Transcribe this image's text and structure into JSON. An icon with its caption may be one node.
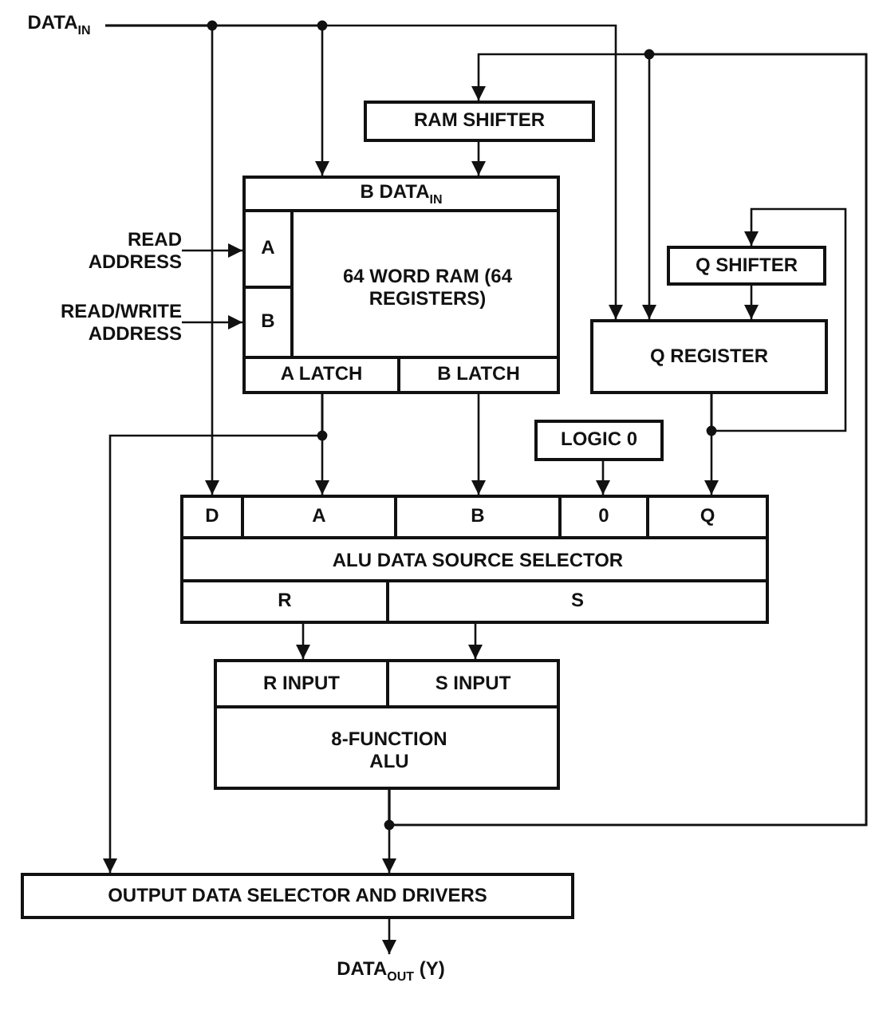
{
  "diagram": {
    "nodes": [
      {
        "text": [
          "DATA$_{IN}$"
        ]
      },
      {
        "text": [
          "RAM SHIFTER"
        ]
      },
      {
        "text": [
          "64 WORD RAM (64 REGISTERS)"
        ]
      },
      {
        "text": [
          "B DATA$_{IN}$"
        ],
        "in": 2
      },
      {
        "text": [
          "A"
        ],
        "in": 2
      },
      {
        "text": [
          "B"
        ],
        "in": 2
      },
      {
        "text": [
          "A LATCH"
        ],
        "in": 2
      },
      {
        "text": [
          "B LATCH"
        ],
        "in": 2
      },
      {
        "text": [
          "READ ADDRESS"
        ]
      },
      {
        "text": [
          "READ/WRITE ADDRESS"
        ]
      },
      {
        "text": [
          "Q SHIFTER"
        ]
      },
      {
        "text": [
          "Q REGISTER"
        ]
      },
      {
        "text": [
          "LOGIC 0"
        ]
      },
      {
        "text": [
          "ALU DATA SOURCE SELECTOR"
        ]
      },
      {
        "text": [
          "D"
        ],
        "in": 13
      },
      {
        "text": [
          "A"
        ],
        "in": 13
      },
      {
        "text": [
          "B"
        ],
        "in": 13
      },
      {
        "text": [
          "0"
        ],
        "in": 13
      },
      {
        "text": [
          "Q"
        ],
        "in": 13
      },
      {
        "text": [
          "R"
        ],
        "in": 13
      },
      {
        "text": [
          "S"
        ],
        "in": 13
      },
      {
        "text": [
          "8-FUNCTION ALU"
        ]
      },
      {
        "text": [
          "R INPUT"
        ],
        "in": 21
      },
      {
        "text": [
          "S INPUT"
        ],
        "in": 21
      },
      {
        "text": [
          "OUTPUT DATA SELECTOR AND DRIVERS"
        ]
      },
      {
        "text": [
          "DATA$_{OUT}$ (Y)"
        ]
      }
    ],
    "edges": [
      {
        "from": 0,
        "to": 14,
        "arrow": "to"
      },
      {
        "from": 0,
        "to": 3,
        "arrow": "to"
      },
      {
        "from": 0,
        "to": 11,
        "arrow": "to"
      },
      {
        "from": 21,
        "to": 1,
        "arrow": "to"
      },
      {
        "from": 21,
        "to": 11,
        "arrow": "to"
      },
      {
        "from": 1,
        "to": 3,
        "arrow": "to"
      },
      {
        "from": 8,
        "to": 4,
        "arrow": "to"
      },
      {
        "from": 9,
        "to": 5,
        "arrow": "to"
      },
      {
        "from": 10,
        "to": 11,
        "arrow": "to"
      },
      {
        "from": 6,
        "to": 15,
        "arrow": "to"
      },
      {
        "from": 6,
        "to": 24,
        "arrow": "to"
      },
      {
        "from": 7,
        "to": 16,
        "arrow": "to"
      },
      {
        "from": 12,
        "to": 17,
        "arrow": "to"
      },
      {
        "from": 11,
        "to": 18,
        "arrow": "to"
      },
      {
        "from": 11,
        "to": 10,
        "arrow": "to"
      },
      {
        "from": 19,
        "to": 22,
        "arrow": "to"
      },
      {
        "from": 20,
        "to": 23,
        "arrow": "to"
      },
      {
        "from": 21,
        "to": 24,
        "arrow": "to"
      },
      {
        "from": 24,
        "to": 25,
        "arrow": "to"
      }
    ]
  }
}
